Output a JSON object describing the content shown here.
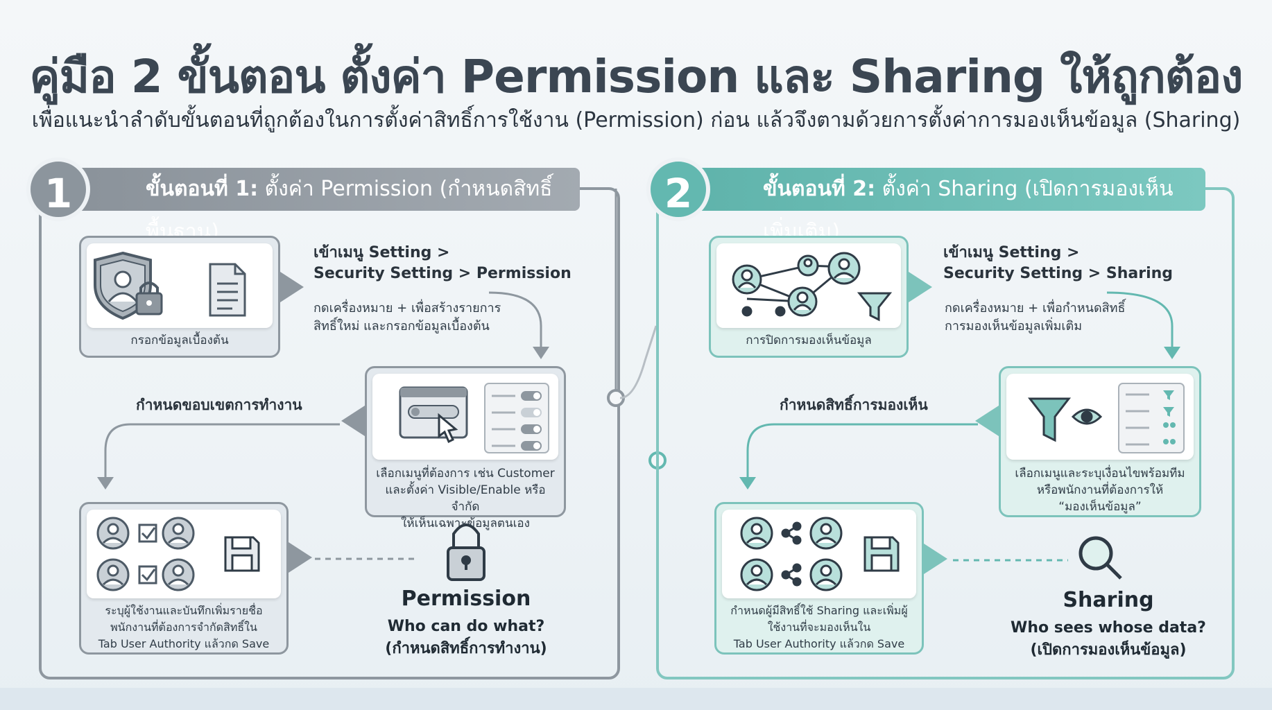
{
  "header": {
    "title": "คู่มือ 2 ขั้นตอน  ตั้งค่า Permission และ Sharing ให้ถูกต้อง",
    "subtitle": "เพื่อแนะนำลำดับขั้นตอนที่ถูกต้องในการตั้งค่าสิทธิ์การใช้งาน (Permission) ก่อน แล้วจึงตามด้วยการตั้งค่าการมองเห็นข้อมูล (Sharing)"
  },
  "step1": {
    "number": "1",
    "banner_bold": "ขั้นตอนที่ 1:",
    "banner_text": " ตั้งค่า Permission (กำหนดสิทธิ์พื้นฐาน)",
    "card1_caption": "กรอกข้อมูลเบื้องต้น",
    "menu_path_line1": "เข้าเมนู Setting >",
    "menu_path_line2": "Security Setting > Permission",
    "instruction_line1": "กดเครื่องหมาย + เพื่อสร้างรายการ",
    "instruction_line2": "สิทธิ์ใหม่ และกรอกข้อมูลเบื้องต้น",
    "side_label": "กำหนดขอบเขตการทำงาน",
    "card2_caption_line1": "เลือกเมนูที่ต้องการ เช่น Customer",
    "card2_caption_line2": "และตั้งค่า Visible/Enable หรือจำกัด",
    "card2_caption_line3": "ให้เห็นเฉพาะข้อมูลตนเอง",
    "card3_caption_line1": "ระบุผู้ใช้งานและบันทึกเพิ่มรายชื่อ",
    "card3_caption_line2": "พนักงานที่ต้องการจำกัดสิทธิ์ใน",
    "card3_caption_line3": "Tab User Authority แล้วกด Save",
    "concept_title": "Permission",
    "concept_sub1": "Who can do what?",
    "concept_sub2": "(กำหนดสิทธิ์การทำงาน)"
  },
  "step2": {
    "number": "2",
    "banner_bold": "ขั้นตอนที่ 2:",
    "banner_text": " ตั้งค่า Sharing (เปิดการมองเห็นเพิ่มเติม)",
    "card1_caption": "การปิดการมองเห็นข้อมูล",
    "menu_path_line1": "เข้าเมนู Setting >",
    "menu_path_line2": "Security Setting > Sharing",
    "instruction_line1": "กดเครื่องหมาย + เพื่อกำหนดสิทธิ์",
    "instruction_line2": "การมองเห็นข้อมูลเพิ่มเติม",
    "side_label": "กำหนดสิทธิ์การมองเห็น",
    "card2_caption_line1": "เลือกเมนูและระบุเงื่อนไขพร้อมทีม",
    "card2_caption_line2": "หรือพนักงานที่ต้องการให้",
    "card2_caption_line3": "“มองเห็นข้อมูล”",
    "card3_caption_line1": "กำหนดผู้มีสิทธิ์ใช้ Sharing และเพิ่มผู้",
    "card3_caption_line2": "ใช้งานที่จะมองเห็นใน",
    "card3_caption_line3": "Tab User Authority แล้วกด Save",
    "concept_title": "Sharing",
    "concept_sub1": "Who sees whose data?",
    "concept_sub2": "(เปิดการมองเห็นข้อมูล)"
  },
  "colors": {
    "step1_accent": "#8e979f",
    "step2_accent": "#63b8b0",
    "title_text": "#3b4652"
  },
  "icons": [
    "shield-user-lock-icon",
    "document-icon",
    "browser-click-icon",
    "toggle-list-icon",
    "user-checklist-icon",
    "save-disk-icon",
    "padlock-icon",
    "user-network-icon",
    "funnel-icon",
    "eye-icon",
    "filter-list-icon",
    "user-share-icon",
    "magnifier-icon"
  ]
}
